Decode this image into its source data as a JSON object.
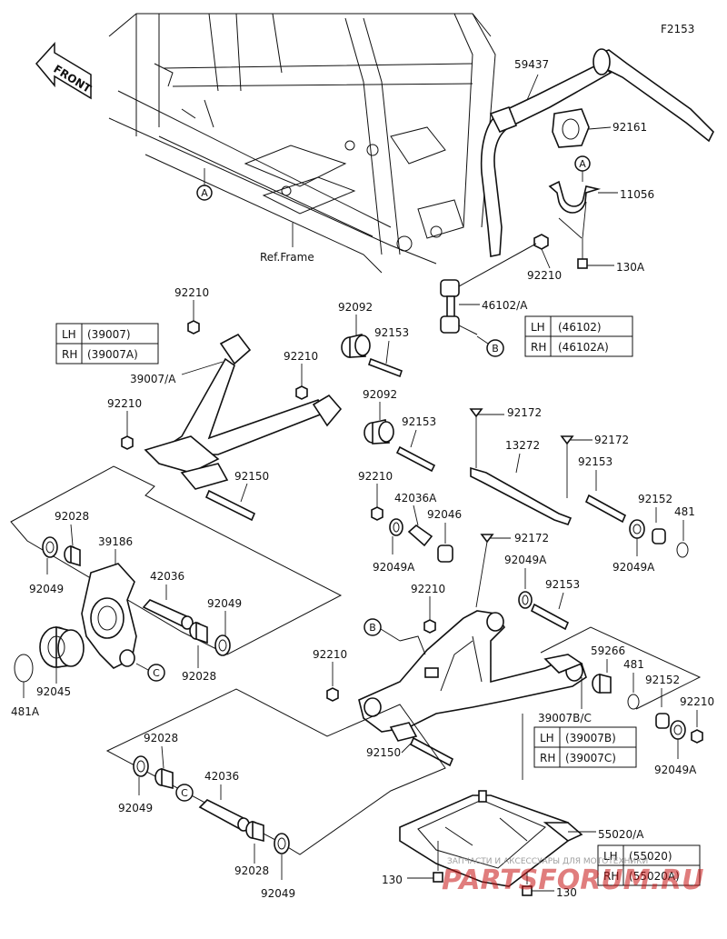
{
  "diagram_id": "F2153",
  "front_label": "FRONT",
  "ref_frame": "Ref.Frame",
  "labels": {
    "p59437": "59437",
    "p92161": "92161",
    "p11056": "11056",
    "p130A_top": "130A",
    "p92210_stab": "92210",
    "p46102A": "46102/A",
    "refA_frame": "A",
    "refA_clamp": "A",
    "refB_link": "B",
    "refB_lower": "B",
    "refC_1": "C",
    "refC_2": "C",
    "p92210_a": "92210",
    "p92092_a": "92092",
    "p92153_a": "92153",
    "p39007A": "39007/A",
    "p92210_b": "92210",
    "p92092_b": "92092",
    "p92210_c": "92210",
    "p92153_b": "92153",
    "p92150_a": "92150",
    "p92172_a": "92172",
    "p92172_b": "92172",
    "p13272": "13272",
    "p92153_c": "92153",
    "p92210_d": "92210",
    "p42036A": "42036A",
    "p92046": "92046",
    "p92172_c": "92172",
    "p92049A_a": "92049A",
    "p92152_a": "92152",
    "p481_a": "481",
    "p92049A_b": "92049A",
    "p92049A_c": "92049A",
    "p92153_d": "92153",
    "p92210_e": "92210",
    "p92028_a": "92028",
    "p39186": "39186",
    "p42036_a": "42036",
    "p92049_a": "92049",
    "p92049_b": "92049",
    "p92028_b": "92028",
    "p92045": "92045",
    "p481A": "481A",
    "p92210_f": "92210",
    "p59266": "59266",
    "p481_b": "481",
    "p92152_b": "92152",
    "p92210_g": "92210",
    "p39007BC": "39007B/C",
    "p92049A_d": "92049A",
    "p92150_b": "92150",
    "p92028_c": "92028",
    "p42036_b": "42036",
    "p92049_c": "92049",
    "p92028_d": "92028",
    "p92049_d": "92049",
    "p55020A": "55020/A",
    "p130_a": "130",
    "p130_b": "130"
  },
  "tables": {
    "t46102": {
      "lh_side": "LH",
      "lh_part": "(46102)",
      "rh_side": "RH",
      "rh_part": "(46102A)"
    },
    "t39007": {
      "lh_side": "LH",
      "lh_part": "(39007)",
      "rh_side": "RH",
      "rh_part": "(39007A)"
    },
    "t39007bc": {
      "lh_side": "LH",
      "lh_part": "(39007B)",
      "rh_side": "RH",
      "rh_part": "(39007C)"
    },
    "t55020": {
      "lh_side": "LH",
      "lh_part": "(55020)",
      "rh_side": "RH",
      "rh_part": "(55020A)"
    }
  },
  "watermark": {
    "line1": "ЗАПЧАСТИ И АКСЕССУАРЫ ДЛЯ МОТОТЕХНИКИ",
    "line2": "PARTSFORUM.RU"
  },
  "colors": {
    "line": "#111111",
    "watermark": "#c81414"
  }
}
